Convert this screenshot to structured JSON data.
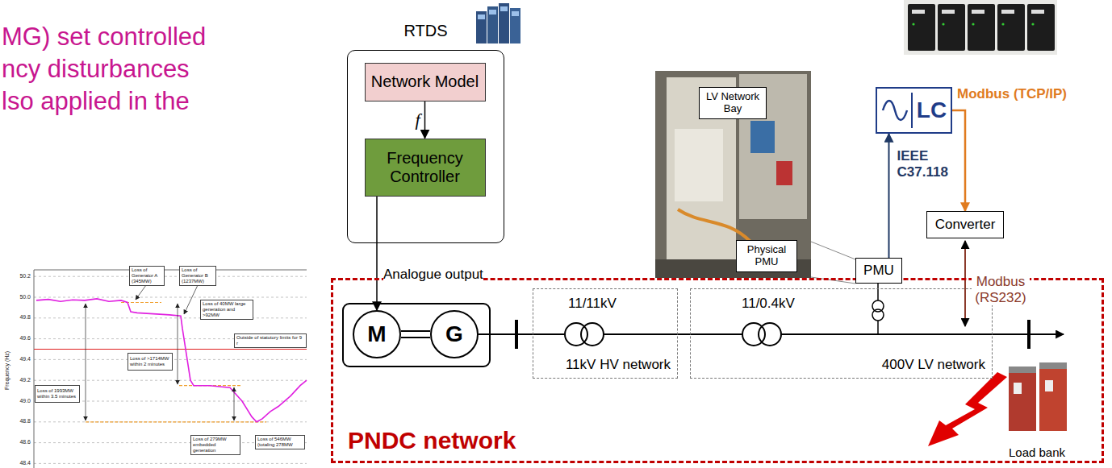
{
  "diagram": {
    "nodes": [
      {
        "text": [
          "RTDS"
        ]
      },
      {
        "text": [
          "Network Model"
        ],
        "in": 0
      },
      {
        "text": [
          "Frequency Controller"
        ],
        "in": 0
      },
      {
        "text": [
          "LV Network Bay"
        ]
      },
      {
        "text": [
          "Physical PMU"
        ]
      },
      {
        "text": [
          "LC"
        ]
      },
      {
        "text": [
          "Converter"
        ]
      },
      {
        "text": [
          "PMU"
        ]
      },
      {
        "text": [
          "PNDC network"
        ]
      },
      {
        "text": [
          "M"
        ],
        "in": 8
      },
      {
        "text": [
          "G"
        ],
        "in": 8
      },
      {
        "text": [
          "11/11kV",
          "11kV HV network"
        ],
        "in": 8
      },
      {
        "text": [
          "11/0.4kV",
          "400V LV network"
        ],
        "in": 8
      },
      {
        "text": [
          "Load bank"
        ],
        "in": 8
      },
      {
        "text": [
          "Loss of Generator A (345MW)"
        ]
      },
      {
        "text": [
          "Loss of Generator B (1237MW)"
        ]
      },
      {
        "text": [
          "Loss of 40MW large generation and >92MW"
        ]
      },
      {
        "text": [
          "Outside of statutory limits for 9 r"
        ]
      },
      {
        "text": [
          "Loss of >1714MW within 2 minutes"
        ]
      },
      {
        "text": [
          "Loss of 1993MW within 3.5 minutes"
        ]
      },
      {
        "text": [
          "Loss of 279MW embedded generation"
        ]
      },
      {
        "text": [
          "Loss of 546MW (totaling 278MW"
        ]
      }
    ],
    "edges": [
      {
        "from": 1,
        "to": 2,
        "label": "f",
        "arrow": "to"
      },
      {
        "from": 2,
        "to": 9,
        "label": "Analogue output",
        "arrow": "to"
      },
      {
        "from": 9,
        "to": 10,
        "arrow": "none"
      },
      {
        "from": 7,
        "to": 5,
        "label": "IEEE C37.118",
        "arrow": "to"
      },
      {
        "from": 5,
        "to": 6,
        "label": "Modbus (TCP/IP)",
        "arrow": "to"
      }
    ],
    "labels": [
      "MG) set controlled",
      "ncy disturbances",
      "lso applied in the",
      "Modbus (RS232)",
      "50.2",
      "50.0",
      "49.8",
      "49.6",
      "49.4",
      "49.2",
      "49.0",
      "48.8",
      "48.6",
      "48.4",
      "Frequency (Hz)"
    ]
  }
}
